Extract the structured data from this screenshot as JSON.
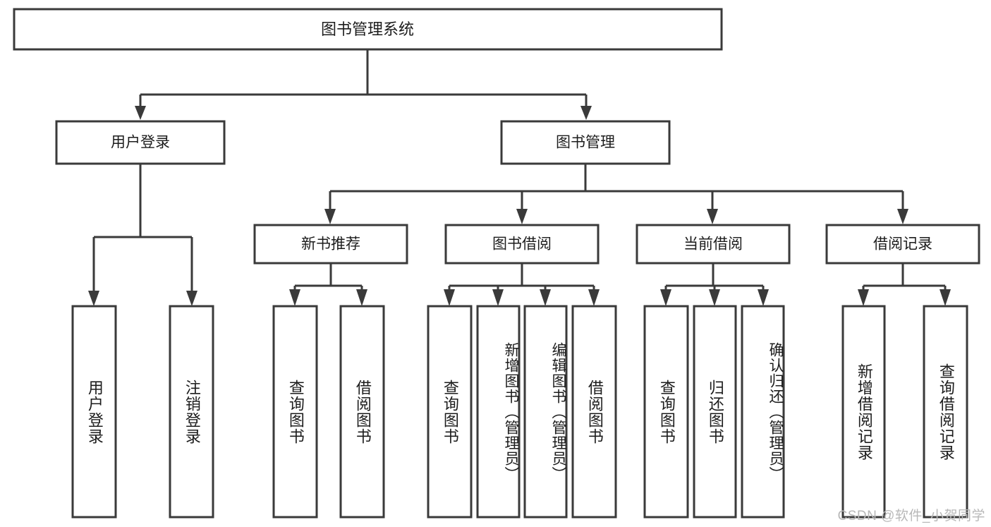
{
  "diagram": {
    "title": "图书管理系统",
    "type": "tree-hierarchy-chart",
    "root": {
      "label": "图书管理系统"
    },
    "level2": [
      {
        "label": "用户登录"
      },
      {
        "label": "图书管理"
      }
    ],
    "level3": [
      {
        "label": "新书推荐"
      },
      {
        "label": "图书借阅"
      },
      {
        "label": "当前借阅"
      },
      {
        "label": "借阅记录"
      }
    ],
    "leaves": {
      "user_login": [
        {
          "label": "用户登录"
        },
        {
          "label": "注销登录"
        }
      ],
      "new_book_recommend": [
        {
          "label": "查询图书"
        },
        {
          "label": "借阅图书"
        }
      ],
      "book_borrow": [
        {
          "label": "查询图书"
        },
        {
          "label": "新增图书（管理员）"
        },
        {
          "label": "编辑图书（管理员）"
        },
        {
          "label": "借阅图书"
        }
      ],
      "current_borrow": [
        {
          "label": "查询图书"
        },
        {
          "label": "归还图书"
        },
        {
          "label": "确认归还（管理员）"
        }
      ],
      "borrow_record": [
        {
          "label": "新增借阅记录"
        },
        {
          "label": "查询借阅记录"
        }
      ]
    }
  },
  "watermark": {
    "text": "CSDN @软件_小贺同学"
  },
  "colors": {
    "stroke": "#3a3a3a",
    "box_fill": "#ffffff",
    "text": "#1c1c1c",
    "watermark": "#b8b8b8",
    "background": "#ffffff"
  }
}
